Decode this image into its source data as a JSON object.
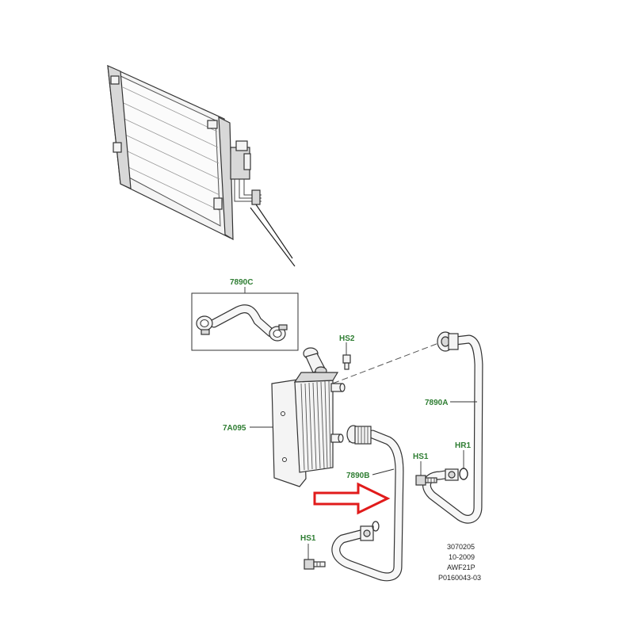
{
  "colors": {
    "label_green": "#2e7d32",
    "arrow_red": "#e11b1b",
    "line": "#333333",
    "background": "#ffffff"
  },
  "labels": {
    "kit_7890C": "7890C",
    "cooler_7A095": "7A095",
    "pipe_7890A": "7890A",
    "pipe_7890B": "7890B",
    "bolt_HS2": "HS2",
    "bolt_HS1_right": "HS1",
    "bolt_HS1_left": "HS1",
    "seal_HR1": "HR1"
  },
  "reference_block": {
    "line1": "3070205",
    "line2": "10-2009",
    "line3": "AWF21P",
    "line4": "P0160043-03"
  },
  "callout": {
    "type": "arrow",
    "direction": "right",
    "icon": "outline-arrow-icon"
  }
}
